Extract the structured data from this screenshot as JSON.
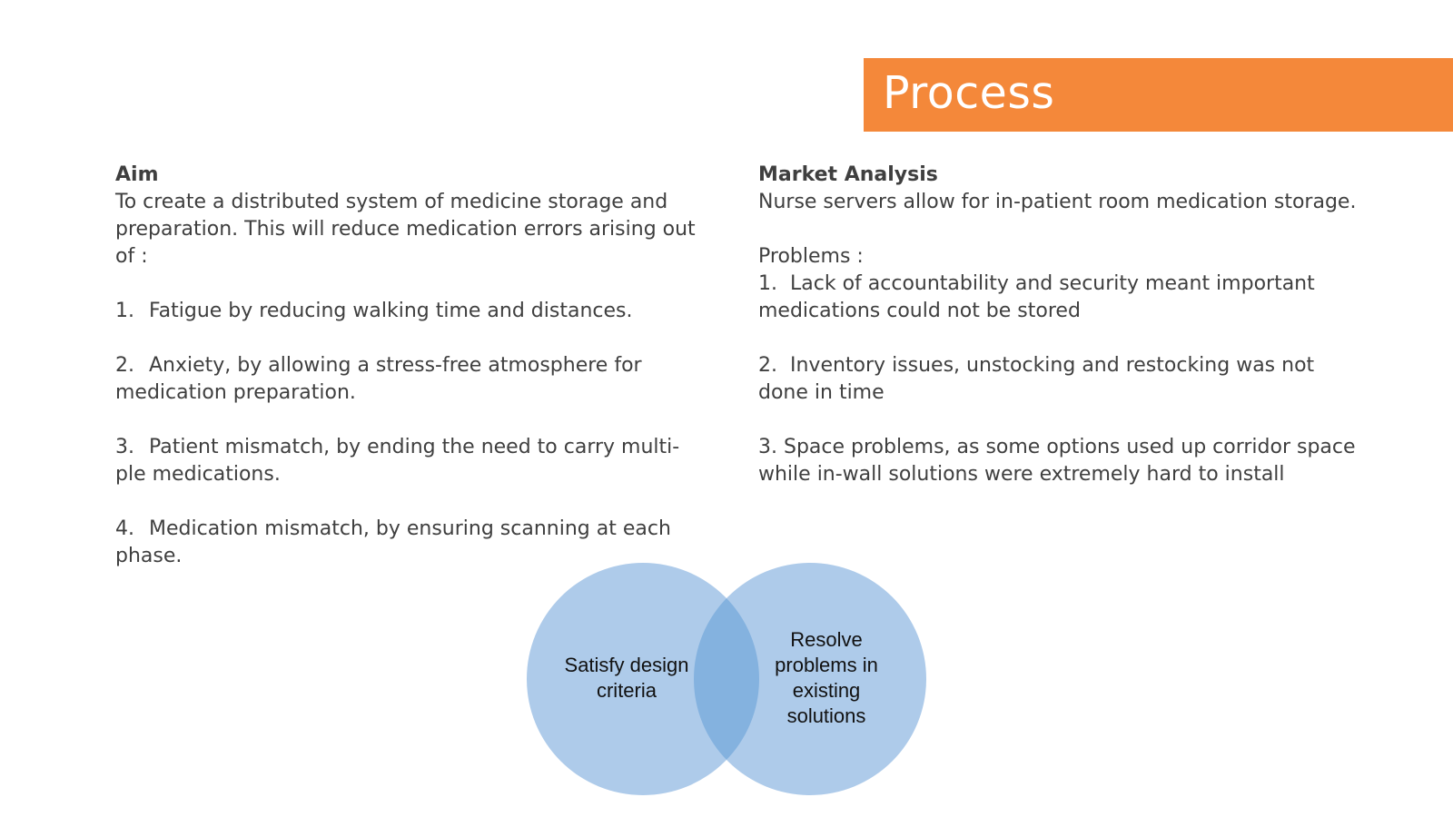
{
  "title": "Process",
  "colors": {
    "title_bar": "#f4883a",
    "circle_fill": "#aecbea",
    "overlap_fill": "#84b2df"
  },
  "aim": {
    "heading": "Aim",
    "intro": "To create a distributed system of medicine storage and preparation. This will reduce medication errors arising out of :",
    "items": [
      {
        "num": "1.",
        "text": "Fatigue by reducing walking time and distances."
      },
      {
        "num": "2.",
        "text": "Anxiety, by allowing a stress-free atmosphere for medication preparation."
      },
      {
        "num": "3.",
        "text": "Patient mismatch, by ending the need to carry multi-ple medications."
      },
      {
        "num": "4.",
        "text": "Medication mismatch, by ensuring scanning at each phase."
      }
    ]
  },
  "market": {
    "heading": "Market Analysis",
    "intro": "Nurse servers allow for in-patient room medication storage.",
    "problems_label": "Problems :",
    "items": [
      {
        "num": "1.",
        "text": "Lack of accountability and security meant important medications could not be stored"
      },
      {
        "num": "2.",
        "text": "Inventory issues, unstocking and restocking was not done in time"
      },
      {
        "num": "3.",
        "text": "Space problems, as some options used up corridor space while in-wall solutions were extremely hard to install"
      }
    ]
  },
  "venn": {
    "left_label": "Satisfy design criteria",
    "right_label": "Resolve problems in existing solutions"
  }
}
